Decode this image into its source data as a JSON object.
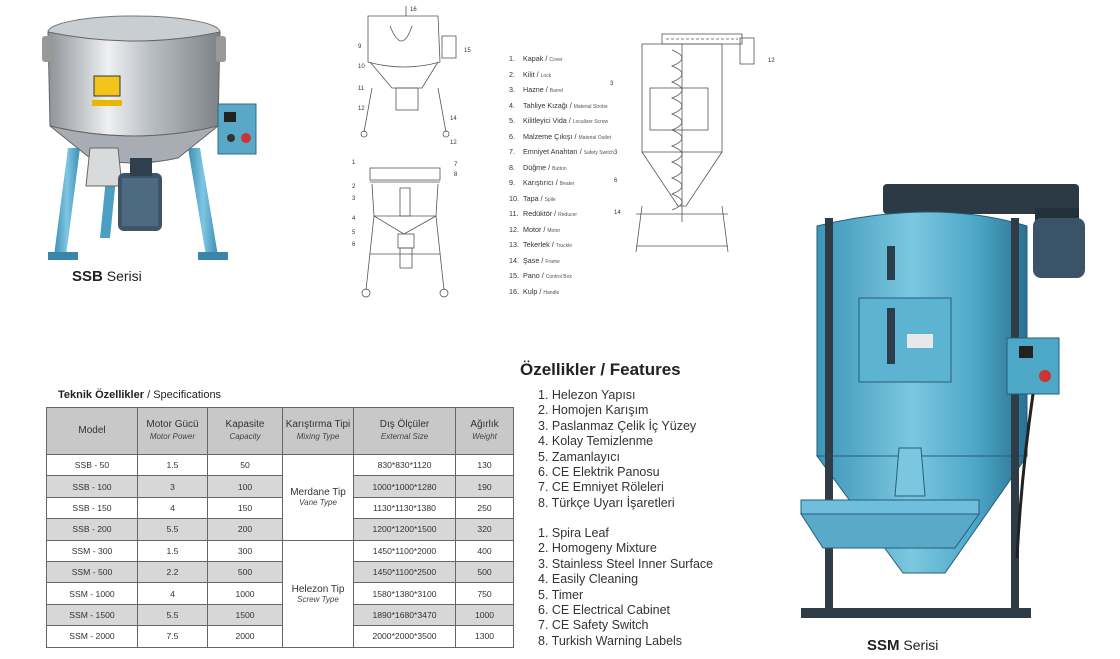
{
  "ssb_caption": {
    "code": "SSB",
    "word": "Serisi"
  },
  "ssm_caption": {
    "code": "SSM",
    "word": "Serisi"
  },
  "diagram_numbers": {
    "top": [
      "16",
      "9",
      "10",
      "11",
      "12",
      "15",
      "14",
      "12"
    ],
    "bottom": [
      "1",
      "7",
      "8",
      "2",
      "3",
      "4",
      "5",
      "6"
    ],
    "right": [
      "12",
      "3",
      "3",
      "6",
      "14"
    ]
  },
  "legend": [
    {
      "n": "1.",
      "tr": "Kapak /",
      "en": "Cover"
    },
    {
      "n": "2.",
      "tr": "Kilit /",
      "en": "Lock"
    },
    {
      "n": "3.",
      "tr": "Hazne /",
      "en": "Barrel"
    },
    {
      "n": "4.",
      "tr": "Tahliye Kızağı /",
      "en": "Material Strobe"
    },
    {
      "n": "5.",
      "tr": "Kilitleyici Vida /",
      "en": "Localizer Screw"
    },
    {
      "n": "6.",
      "tr": "Malzeme Çıkışı /",
      "en": "Material Outlet"
    },
    {
      "n": "7.",
      "tr": "Emniyet Anahtarı /",
      "en": "Safety Switch"
    },
    {
      "n": "8.",
      "tr": "Düğme /",
      "en": "Button"
    },
    {
      "n": "9.",
      "tr": "Karıştırıcı /",
      "en": "Beater"
    },
    {
      "n": "10.",
      "tr": "Tapa /",
      "en": "Spile"
    },
    {
      "n": "11.",
      "tr": "Redüktör /",
      "en": "Reducer"
    },
    {
      "n": "12.",
      "tr": "Motor /",
      "en": "Motor"
    },
    {
      "n": "13.",
      "tr": "Tekerlek /",
      "en": "Truckle"
    },
    {
      "n": "14.",
      "tr": "Şase /",
      "en": "Frame"
    },
    {
      "n": "15.",
      "tr": "Pano /",
      "en": "Control Box"
    },
    {
      "n": "16.",
      "tr": "Kulp /",
      "en": "Handle"
    }
  ],
  "features": {
    "title": "Özellikler / Features",
    "tr": [
      "1. Helezon Yapısı",
      "2. Homojen Karışım",
      "3. Paslanmaz Çelik İç Yüzey",
      "4. Kolay Temizlenme",
      "5. Zamanlayıcı",
      "6. CE Elektrik Panosu",
      "7. CE Emniyet Röleleri",
      "8. Türkçe Uyarı İşaretleri"
    ],
    "en": [
      "1. Spira Leaf",
      "2. Homogeny Mixture",
      "3. Stainless Steel Inner Surface",
      "4. Easily Cleaning",
      "5. Timer",
      "6. CE Electrical Cabinet",
      "7. CE Safety Switch",
      "8. Turkish Warning Labels"
    ]
  },
  "specs": {
    "title_tr": "Teknik Özellikler",
    "title_en": "/ Specifications",
    "headers": [
      {
        "tr": "Model",
        "en": ""
      },
      {
        "tr": "Motor Gücü",
        "en": "Motor Power"
      },
      {
        "tr": "Kapasite",
        "en": "Capacity"
      },
      {
        "tr": "Karıştırma Tipi",
        "en": "Mixing Type"
      },
      {
        "tr": "Dış Ölçüler",
        "en": "External Size"
      },
      {
        "tr": "Ağırlık",
        "en": "Weight"
      }
    ],
    "tip_vane": {
      "tr": "Merdane Tip",
      "en": "Vane Type"
    },
    "tip_screw": {
      "tr": "Helezon Tip",
      "en": "Screw Type"
    },
    "rows": [
      {
        "model": "SSB - 50",
        "power": "1.5",
        "capacity": "50",
        "size": "830*830*1120",
        "weight": "130"
      },
      {
        "model": "SSB - 100",
        "power": "3",
        "capacity": "100",
        "size": "1000*1000*1280",
        "weight": "190"
      },
      {
        "model": "SSB - 150",
        "power": "4",
        "capacity": "150",
        "size": "1130*1130*1380",
        "weight": "250"
      },
      {
        "model": "SSB - 200",
        "power": "5.5",
        "capacity": "200",
        "size": "1200*1200*1500",
        "weight": "320"
      },
      {
        "model": "SSM - 300",
        "power": "1.5",
        "capacity": "300",
        "size": "1450*1100*2000",
        "weight": "400"
      },
      {
        "model": "SSM - 500",
        "power": "2.2",
        "capacity": "500",
        "size": "1450*1100*2500",
        "weight": "500"
      },
      {
        "model": "SSM - 1000",
        "power": "4",
        "capacity": "1000",
        "size": "1580*1380*3100",
        "weight": "750"
      },
      {
        "model": "SSM - 1500",
        "power": "5.5",
        "capacity": "1500",
        "size": "1890*1680*3470",
        "weight": "1000"
      },
      {
        "model": "SSM - 2000",
        "power": "7.5",
        "capacity": "2000",
        "size": "2000*2000*3500",
        "weight": "1300"
      }
    ]
  }
}
